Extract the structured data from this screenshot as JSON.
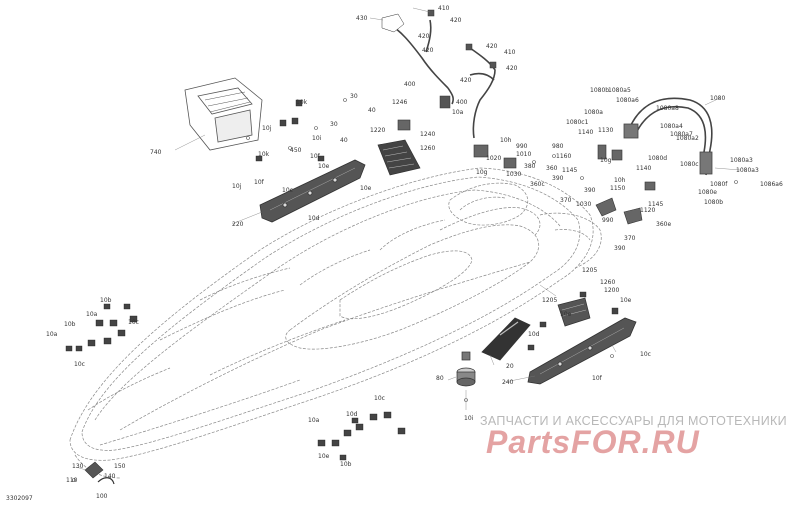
{
  "diagram": {
    "figure_code": "3302097",
    "watermark": {
      "tagline": "ЗАПЧАСТИ И АКСЕССУАРЫ ДЛЯ МОТОТЕХНИКИ",
      "logo": "PartsFOR.RU"
    },
    "callouts": [
      "430",
      "410",
      "420",
      "420",
      "420",
      "410",
      "420",
      "420",
      "400",
      "400",
      "420",
      "30",
      "40",
      "1246",
      "10a",
      "10k",
      "10j",
      "30",
      "450",
      "40",
      "10i",
      "1240",
      "1220",
      "10k",
      "10j",
      "10f",
      "10e",
      "10d",
      "1260",
      "10e",
      "10f",
      "10c",
      "220",
      "740",
      "10h",
      "10g",
      "1020",
      "990",
      "980",
      "1010",
      "1030",
      "380",
      "360",
      "390",
      "360c",
      "370",
      "360e",
      "370",
      "390",
      "390",
      "1030",
      "990",
      "1160",
      "1150",
      "1145",
      "1145",
      "1140",
      "1140",
      "1130",
      "1120",
      "10g",
      "10h",
      "1080b",
      "1080a5",
      "1080a6",
      "1080a3",
      "1080",
      "1080c",
      "1080c1",
      "1080a4",
      "1080a2",
      "1080d",
      "1080a7",
      "1080e",
      "1080a",
      "1080a8",
      "1080f",
      "1080a3",
      "1086a6",
      "1080b",
      "1205",
      "1260",
      "1200",
      "10e",
      "10d",
      "1205",
      "10e",
      "20",
      "240",
      "10f",
      "10c",
      "80",
      "10i",
      "10b",
      "10a",
      "10c",
      "10b",
      "10a",
      "10c",
      "130",
      "140",
      "150",
      "110",
      "100",
      "10a",
      "10b",
      "10c",
      "10d",
      "10e"
    ]
  }
}
